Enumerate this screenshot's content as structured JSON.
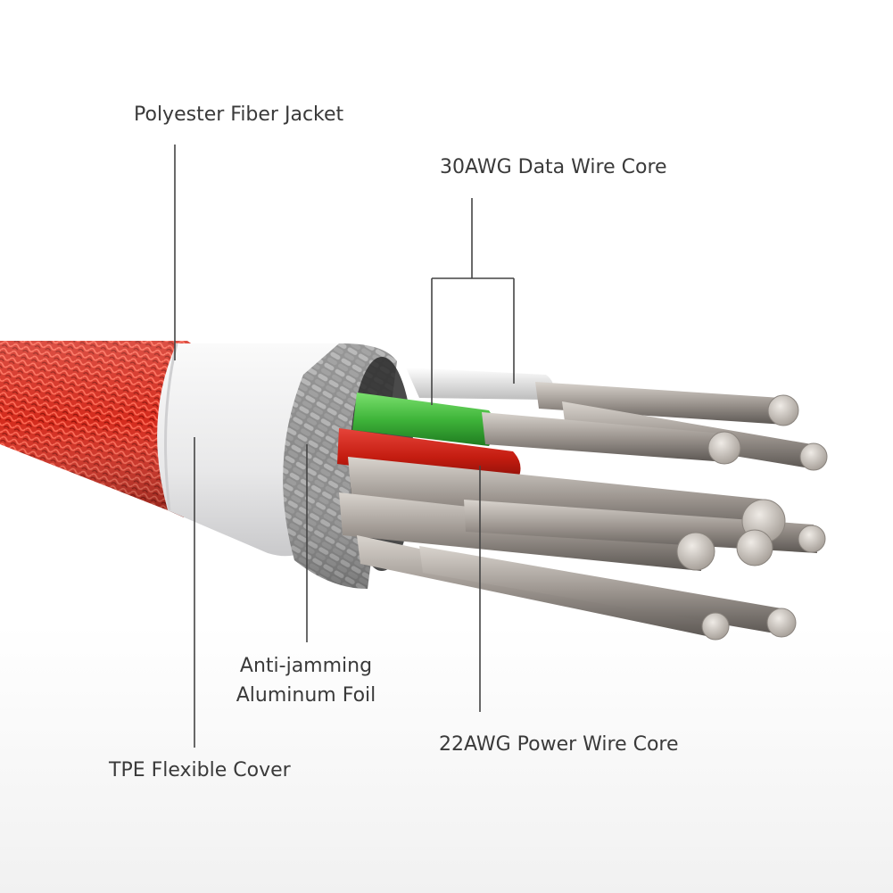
{
  "labels": {
    "jacket": "Polyester Fiber Jacket",
    "data_wire": "30AWG Data Wire Core",
    "foil_line1": "Anti-jamming",
    "foil_line2": "Aluminum Foil",
    "power_wire": "22AWG Power Wire Core",
    "tpe": "TPE Flexible Cover"
  },
  "colors": {
    "jacket": "#d42a1c",
    "tpe_cover": "#e9e9ea",
    "foil": "#8c8c8c",
    "data_wire_green": "#3fb53a",
    "data_wire_white": "#e2e2e2",
    "power_wire_red": "#c41c10",
    "copper_strand": "#9d9690",
    "leader_line": "#444444"
  }
}
